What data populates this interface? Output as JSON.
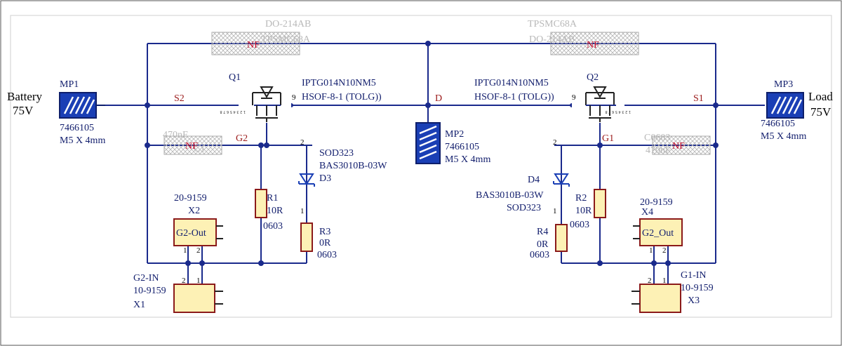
{
  "terminals": {
    "left": {
      "label": "Battery",
      "voltage": "75V"
    },
    "right": {
      "label": "Load",
      "voltage": "75V"
    }
  },
  "mounting_points": [
    {
      "ref": "MP1",
      "part": "7466105",
      "size": "M5 X 4mm"
    },
    {
      "ref": "MP2",
      "part": "7466105",
      "size": "M5 X 4mm"
    },
    {
      "ref": "MP3",
      "part": "7466105",
      "size": "M5 X 4mm"
    }
  ],
  "mosfets": [
    {
      "ref": "Q1",
      "part": "IPTG014N10NM5",
      "package": "HSOF-8-1 (TOLG))",
      "pin": "9",
      "pins_small": "1 2 3 4 5 6 7 8"
    },
    {
      "ref": "Q2",
      "part": "IPTG014N10NM5",
      "package": "HSOF-8-1 (TOLG))",
      "pin": "9",
      "pins_small": "1 2 3 4 5 6 7 8"
    }
  ],
  "nets": {
    "s2": "S2",
    "s1": "S1",
    "d": "D",
    "g2": "G2",
    "g1": "G1"
  },
  "tvs": [
    {
      "part": "DO-214AB",
      "ghost": "TPSMC68A",
      "mark": "NF"
    },
    {
      "part": "TPSMC68A",
      "ghost": "DO-214AB",
      "mark": "NF"
    }
  ],
  "caps_nf": [
    {
      "ghost_top": "470nF",
      "ghost_bot": "C1",
      "mark": "NF"
    },
    {
      "ghost_top": "C0603",
      "ghost_bot": "470nF",
      "mark": "NF"
    }
  ],
  "diodes": [
    {
      "ref": "D3",
      "part": "BAS3010B-03W",
      "package": "SOD323",
      "pin": "2",
      "pin2": "1"
    },
    {
      "ref": "D4",
      "part": "BAS3010B-03W",
      "package": "SOD323",
      "pin": "2",
      "pin2": "1"
    }
  ],
  "resistors": [
    {
      "ref": "R1",
      "value": "10R",
      "package": "0603"
    },
    {
      "ref": "R2",
      "value": "10R",
      "package": "0603"
    },
    {
      "ref": "R3",
      "value": "0R",
      "package": "0603"
    },
    {
      "ref": "R4",
      "value": "0R",
      "package": "0603"
    }
  ],
  "connectors": [
    {
      "ref": "X2",
      "part": "20-9159",
      "label": "G2-Out"
    },
    {
      "ref": "X4",
      "part": "20-9159",
      "label": "G2_Out"
    },
    {
      "ref": "X1",
      "part": "10-9159",
      "label": "G2-IN"
    },
    {
      "ref": "X3",
      "part": "10-9159",
      "label": "G1-IN"
    }
  ],
  "pin_numbers": {
    "one": "1",
    "two": "2"
  }
}
